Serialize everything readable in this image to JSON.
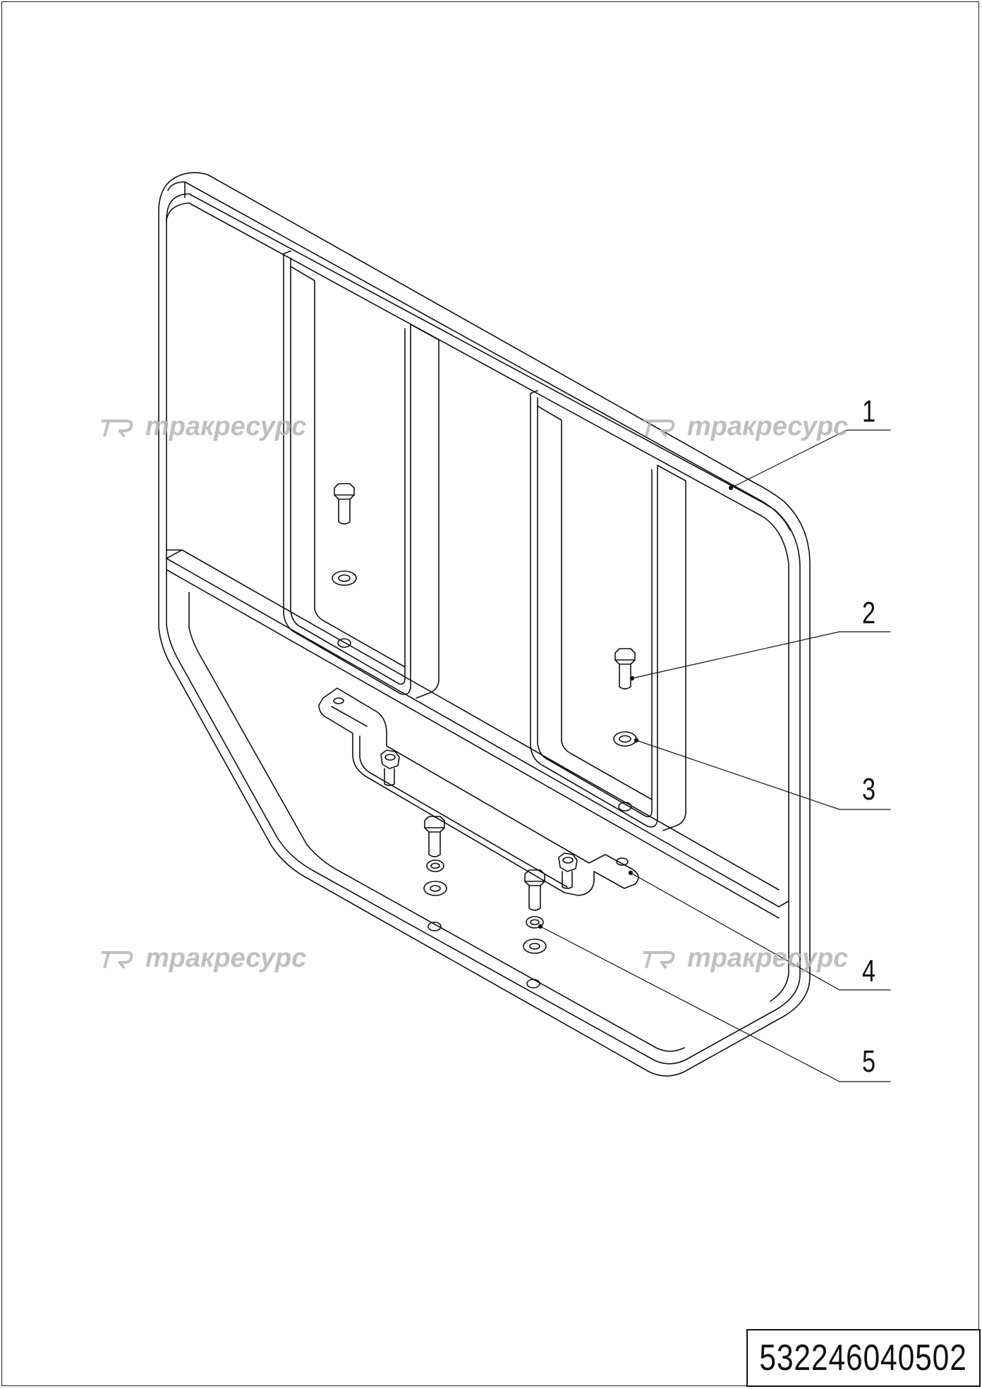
{
  "drawing": {
    "callouts": [
      {
        "label": "1"
      },
      {
        "label": "2"
      },
      {
        "label": "3"
      },
      {
        "label": "4"
      },
      {
        "label": "5"
      }
    ],
    "watermark_text": "тракресурс",
    "part_number": "532246040502"
  }
}
